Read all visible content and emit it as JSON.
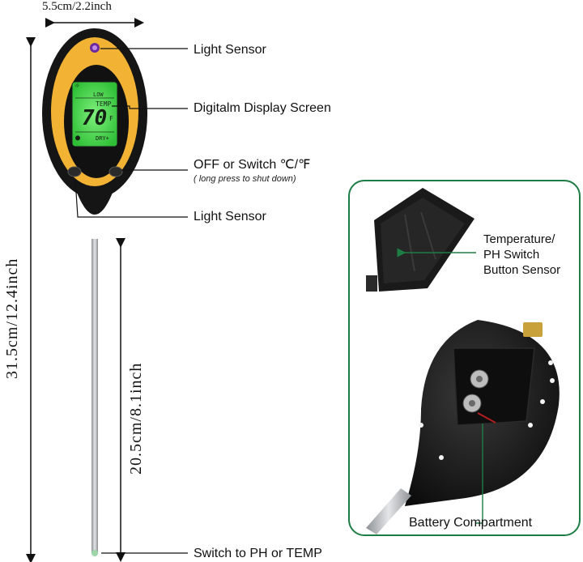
{
  "dimensions": {
    "width_label": "5.5cm/2.2inch",
    "total_length_label": "31.5cm/12.4inch",
    "probe_length_label": "20.5cm/8.1inch"
  },
  "callouts": {
    "light_sensor_top": "Light Sensor",
    "display_screen": "Digitalm Display Screen",
    "off_switch": "OFF or Switch ℃/℉",
    "off_switch_note": "( long press to shut down)",
    "light_sensor_bottom": "Light Sensor",
    "switch_ph_temp": "Switch to PH or TEMP"
  },
  "display": {
    "low": "LOW",
    "temp": "TEMP",
    "reading": "70",
    "unit": "F",
    "dry": "DRY+"
  },
  "inset": {
    "sensor_label_line1": "Temperature/",
    "sensor_label_line2": "PH Switch",
    "sensor_label_line3": "Button Sensor",
    "battery_label": "Battery Compartment"
  },
  "colors": {
    "body_black": "#151515",
    "body_yellow": "#f2b233",
    "lcd_green": "#57e05a",
    "callout_green": "#1e7d45",
    "probe_silver": "#b9bcbf"
  }
}
